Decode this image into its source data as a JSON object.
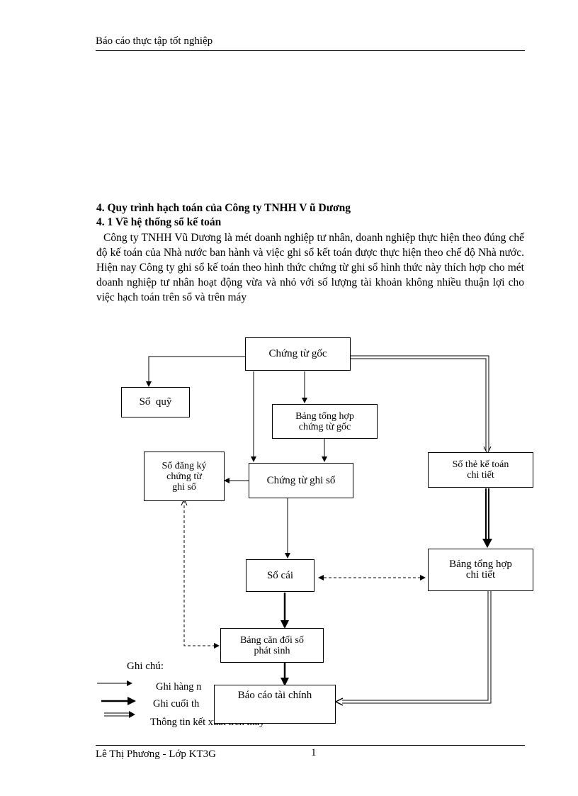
{
  "header": {
    "title": "Báo cáo thực tập tốt nghiệp"
  },
  "section": {
    "heading1": "4. Quy trình hạch toán của Công ty TNHH V ũ Dương",
    "heading2": "4. 1 Về hệ thống sổ kế toán",
    "paragraph": "Công ty TNHH Vũ Dương là mét doanh nghiệp tư nhân, doanh nghiệp thực hiện theo đúng chế độ kế toán của Nhà nước ban hành và việc ghi sổ kết toán được thực hiện theo chế độ Nhà nước. Hiện nay Công ty ghi sổ kế toán theo hình thức chứng từ ghi sổ hình thức này thích hợp cho mét doanh nghiệp tư nhân hoạt động vừa và nhỏ với số lượng tài khoản không nhiều thuận lợi cho việc hạch toán trên sổ và trên máy"
  },
  "diagram": {
    "nodes": {
      "chung_tu_goc": "Chứng từ gốc",
      "so_quy": "Sổ  quỹ",
      "bang_tong_hop_ctg": [
        "Bảng tổng hợp",
        "chứng từ gốc"
      ],
      "so_dang_ky": [
        "Sổ đăng ký",
        "chứng từ",
        "ghi sổ"
      ],
      "chung_tu_ghi_so": "Chứng từ ghi sổ",
      "so_the_ke_toan": [
        "Sổ thẻ kế toán",
        "chi tiết"
      ],
      "so_cai": "Sổ cái",
      "bang_tong_hop_ct": [
        "Bảng tổng hợp",
        "chi tiết"
      ],
      "bang_can_doi": [
        "Bảng căn đối số",
        "phát sinh"
      ],
      "bao_cao": "Báo cáo tài chính"
    },
    "legend": {
      "title": "Ghi chú:",
      "items": [
        "Ghi hàng n",
        "Ghi cuối th",
        "Thông tin kết xuất trên máy"
      ]
    }
  },
  "footer": {
    "author": "Lê Thị Phương - Lớp KT3G",
    "page": "1"
  }
}
